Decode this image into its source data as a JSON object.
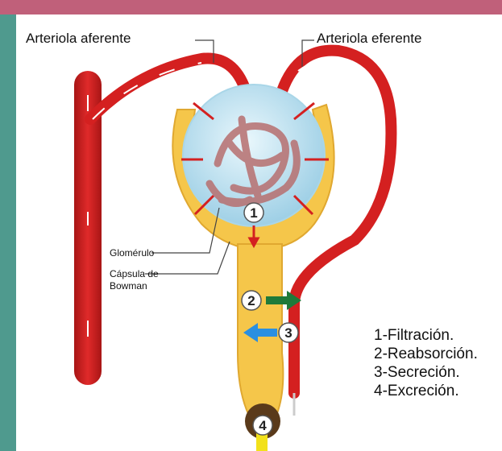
{
  "colors": {
    "top_bar": "#c0607a",
    "left_bar": "#4f9a8e",
    "artery": "#d42020",
    "capsule": "#f5c64a",
    "glomerulus_sphere": "#bfe3f0",
    "arrow_filtration": "#d42020",
    "arrow_reabsorption": "#1f7a3a",
    "arrow_secretion": "#2a8fe0"
  },
  "labels": {
    "afferent": "Arteriola aferente",
    "efferent": "Arteriola eferente",
    "glomerulus": "Glomérulo",
    "capsule_line1": "Cápsula de",
    "capsule_line2": "Bowman"
  },
  "markers": [
    "1",
    "2",
    "3",
    "4"
  ],
  "legend": [
    "1-Filtración.",
    "2-Reabsorción.",
    "3-Secreción.",
    "4-Excreción."
  ]
}
